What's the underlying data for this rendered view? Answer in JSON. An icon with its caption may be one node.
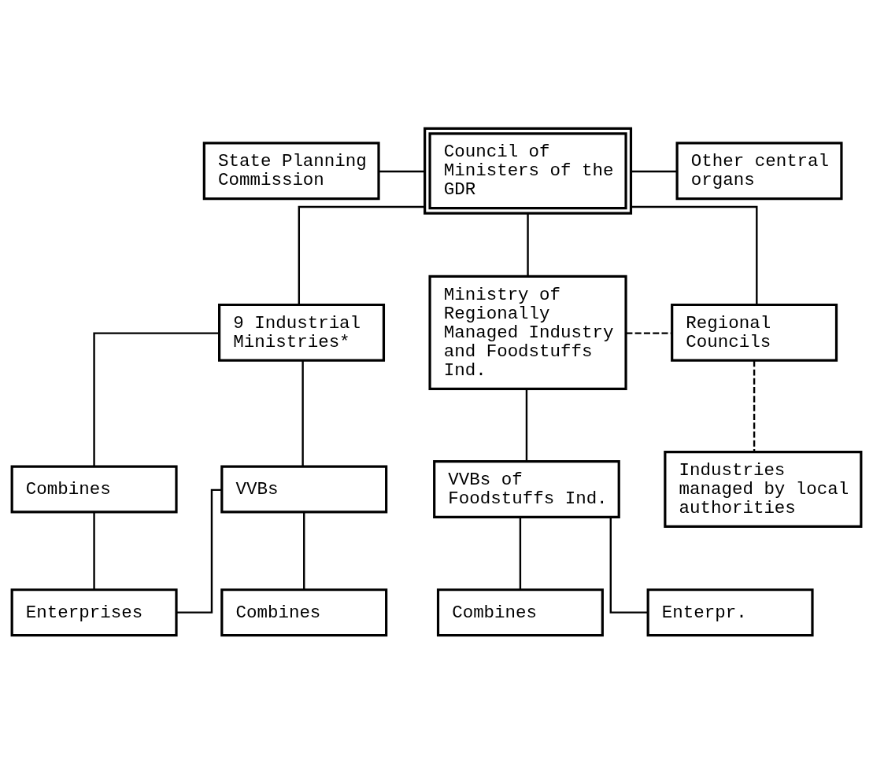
{
  "diagram": {
    "nodes": [
      {
        "text": [
          "State Planning Commission"
        ]
      },
      {
        "text": [
          "Council of Ministers of the GDR"
        ]
      },
      {
        "text": [
          "Other central organs"
        ]
      },
      {
        "text": [
          "9 Industrial Ministries*"
        ]
      },
      {
        "text": [
          "Ministry of Regionally Managed Industry and Foodstuffs Ind."
        ]
      },
      {
        "text": [
          "Regional Councils"
        ]
      },
      {
        "text": [
          "Combines"
        ]
      },
      {
        "text": [
          "VVBs"
        ]
      },
      {
        "text": [
          "VVBs of Foodstuffs Ind."
        ]
      },
      {
        "text": [
          "Industries managed by local authorities"
        ]
      },
      {
        "text": [
          "Combines"
        ]
      },
      {
        "text": [
          "Enterprises"
        ]
      },
      {
        "text": [
          "Combines"
        ]
      },
      {
        "text": [
          "Enterpr."
        ]
      }
    ],
    "edges": [
      {
        "from": 0,
        "to": 1,
        "arrow": "none"
      },
      {
        "from": 1,
        "to": 2,
        "arrow": "none"
      },
      {
        "from": 1,
        "to": 3,
        "arrow": "none"
      },
      {
        "from": 1,
        "to": 4,
        "arrow": "none"
      },
      {
        "from": 1,
        "to": 5,
        "arrow": "none"
      },
      {
        "from": 4,
        "to": 5,
        "arrow": "none",
        "style": "dashed"
      },
      {
        "from": 3,
        "to": 6,
        "arrow": "none"
      },
      {
        "from": 3,
        "to": 7,
        "arrow": "none"
      },
      {
        "from": 4,
        "to": 8,
        "arrow": "none"
      },
      {
        "from": 5,
        "to": 9,
        "arrow": "none",
        "style": "dashed"
      },
      {
        "from": 6,
        "to": 11,
        "arrow": "none"
      },
      {
        "from": 7,
        "to": 10,
        "arrow": "none"
      },
      {
        "from": 7,
        "to": 11,
        "arrow": "none"
      },
      {
        "from": 8,
        "to": 12,
        "arrow": "none"
      },
      {
        "from": 8,
        "to": 13,
        "arrow": "none"
      }
    ]
  }
}
